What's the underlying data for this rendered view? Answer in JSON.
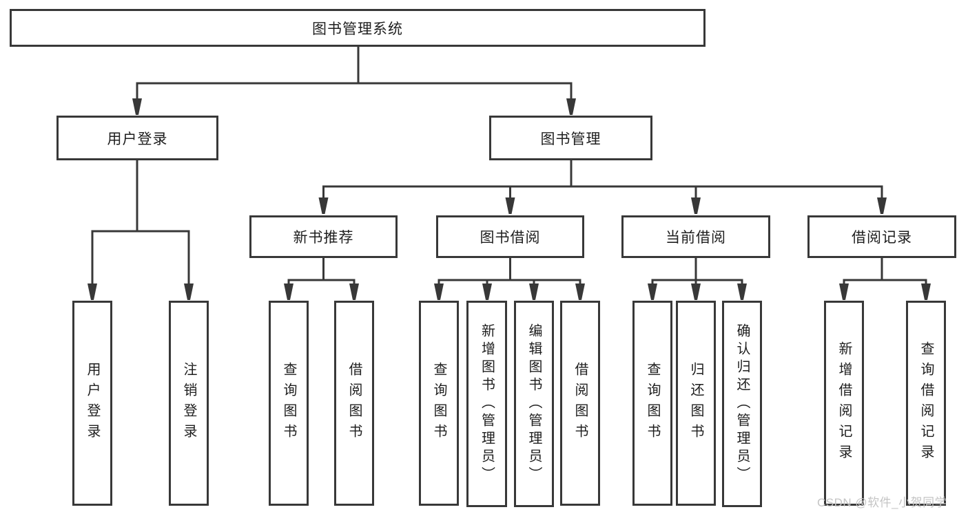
{
  "diagram_type": "hierarchy-tree",
  "colors": {
    "line": "#383838",
    "box_border": "#383838",
    "box_fill": "#ffffff",
    "text": "#1e1e1e",
    "watermark": "#c4c4c4",
    "background": "#ffffff"
  },
  "watermark": {
    "text": "CSDN @软件_小贺同学"
  },
  "tree": {
    "label": "图书管理系统",
    "children": [
      {
        "label": "用户登录",
        "children": [
          {
            "label": "用户登录"
          },
          {
            "label": "注销登录"
          }
        ]
      },
      {
        "label": "图书管理",
        "children": [
          {
            "label": "新书推荐",
            "children": [
              {
                "label": "查询图书"
              },
              {
                "label": "借阅图书"
              }
            ]
          },
          {
            "label": "图书借阅",
            "children": [
              {
                "label": "查询图书"
              },
              {
                "label": "新增图书（管理员）"
              },
              {
                "label": "编辑图书（管理员）"
              },
              {
                "label": "借阅图书"
              }
            ]
          },
          {
            "label": "当前借阅",
            "children": [
              {
                "label": "查询图书"
              },
              {
                "label": "归还图书"
              },
              {
                "label": "确认归还（管理员）"
              }
            ]
          },
          {
            "label": "借阅记录",
            "children": [
              {
                "label": "新增借阅记录"
              },
              {
                "label": "查询借阅记录"
              }
            ]
          }
        ]
      }
    ]
  }
}
